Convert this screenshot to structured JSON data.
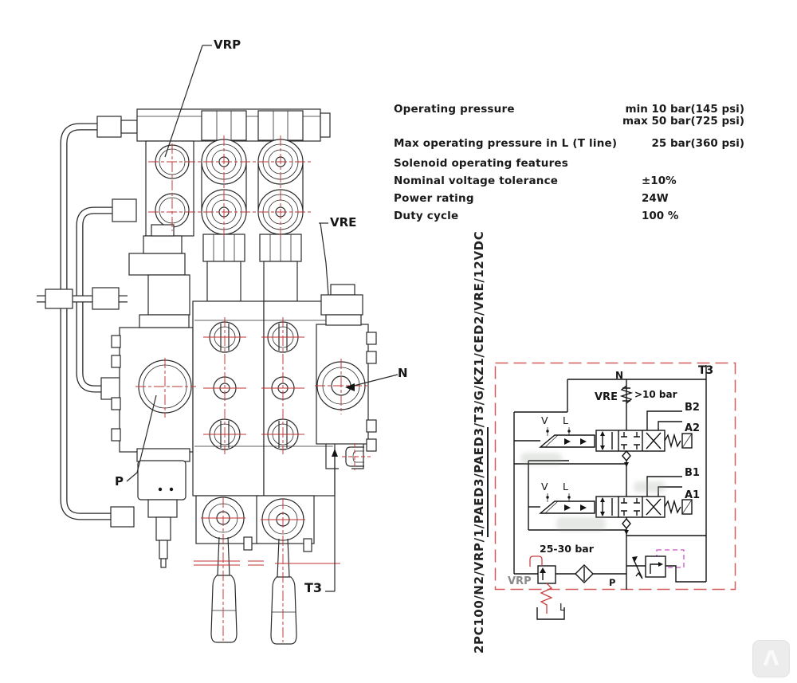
{
  "specs": {
    "rows": [
      {
        "label": "Operating pressure",
        "values": [
          "min 10 bar(145 psi)",
          "max 50 bar(725 psi)"
        ]
      },
      {
        "label": "Max operating pressure in L (T line)",
        "values": [
          "25 bar(360 psi)"
        ]
      },
      {
        "label": "Solenoid operating features",
        "values": []
      },
      {
        "label": "Nominal voltage tolerance",
        "values": [
          "±10%"
        ]
      },
      {
        "label": "Power rating",
        "values": [
          "24W"
        ]
      },
      {
        "label": "Duty cycle",
        "values": [
          "100 %"
        ]
      }
    ]
  },
  "model_code": {
    "prefix": "2PC100/N2/VRP/",
    "underlined": "1/PAED3/PAED3",
    "suffix": "/T3/G/KZ1/CED2/VRE/12VDC"
  },
  "drawing": {
    "labels": {
      "vrp": "VRP",
      "vre": "VRE",
      "n": "N",
      "p": "P",
      "t3": "T3"
    }
  },
  "schematic": {
    "labels": {
      "t3": "T3",
      "n": "N",
      "vre": "VRE",
      "vre_setting": ">10 bar",
      "v_top": "V",
      "l_top": "L",
      "b2": "B2",
      "a2": "A2",
      "v_bottom": "V",
      "l_bottom": "L",
      "b1": "B1",
      "a1": "A1",
      "relief_setting": "25-30 bar",
      "vrp": "VRP",
      "p": "P",
      "tank": "L"
    },
    "colors": {
      "border": "#d25c5c",
      "line": "#141414",
      "centerline": "#c23333",
      "magenta": "#cc55cc"
    }
  },
  "watermark": {
    "glyph": "Λ"
  }
}
